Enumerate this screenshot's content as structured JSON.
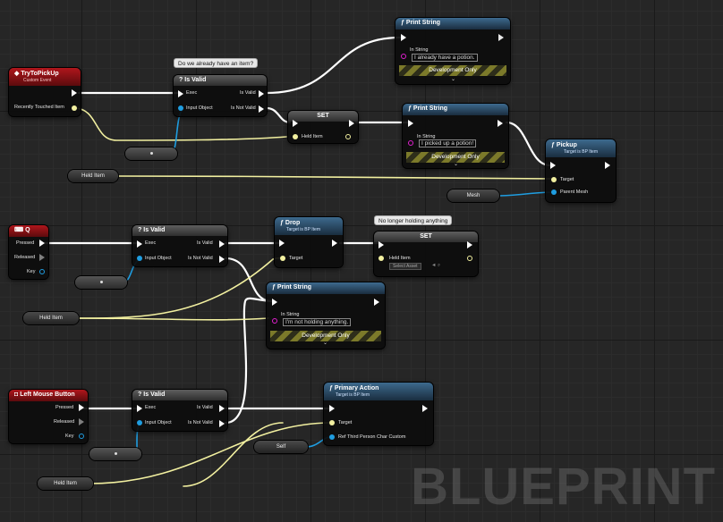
{
  "watermark": "BLUEPRINT",
  "comments": {
    "already_item": "Do we already have an item?",
    "no_longer": "No longer holding anything"
  },
  "event_pickup": {
    "title": "TryToPickUp",
    "subtitle": "Custom Event",
    "pin_recent": "Recently Touched Item"
  },
  "isvalid1": {
    "title": "Is Valid",
    "exec": "Exec",
    "input": "Input Object",
    "is_valid": "Is Valid",
    "is_not_valid": "Is Not Valid"
  },
  "print1": {
    "title": "Print String",
    "in_string": "In String",
    "value": "I already have a potion.",
    "dev": "Development Only"
  },
  "set1": {
    "title": "SET",
    "pin": "Held Item"
  },
  "print2": {
    "title": "Print String",
    "in_string": "In String",
    "value": "I picked up a potion!",
    "dev": "Development Only"
  },
  "pickup": {
    "title": "Pickup",
    "subtitle": "Target is BP Item",
    "target": "Target",
    "parent_mesh": "Parent Mesh"
  },
  "var_helditem1": "Held Item",
  "var_mesh": "Mesh",
  "event_q": {
    "title": "Q",
    "pressed": "Pressed",
    "released": "Released",
    "key": "Key"
  },
  "isvalid2": {
    "title": "Is Valid",
    "exec": "Exec",
    "input": "Input Object",
    "is_valid": "Is Valid",
    "is_not_valid": "Is Not Valid"
  },
  "drop": {
    "title": "Drop",
    "subtitle": "Target is BP Item",
    "target": "Target"
  },
  "set2": {
    "title": "SET",
    "pin": "Held Item",
    "select": "Select Asset"
  },
  "print3": {
    "title": "Print String",
    "in_string": "In String",
    "value": "I'm not holding anything.",
    "dev": "Development Only"
  },
  "var_helditem2": "Held Item",
  "event_lmb": {
    "title": "Left Mouse Button",
    "pressed": "Pressed",
    "released": "Released",
    "key": "Key"
  },
  "isvalid3": {
    "title": "Is Valid",
    "exec": "Exec",
    "input": "Input Object",
    "is_valid": "Is Valid",
    "is_not_valid": "Is Not Valid"
  },
  "primary": {
    "title": "Primary Action",
    "subtitle": "Target is BP Item",
    "target": "Target",
    "ref": "Ref Third Person Char Custom"
  },
  "var_self": "Self",
  "var_helditem3": "Held Item",
  "colors": {
    "exec": "#ffffff",
    "object": "#1f9de0",
    "string": "#e11fcf",
    "wire_object": "#f2f0a0",
    "event_header": "#b0161c",
    "function_header": "#3d6a8e"
  }
}
